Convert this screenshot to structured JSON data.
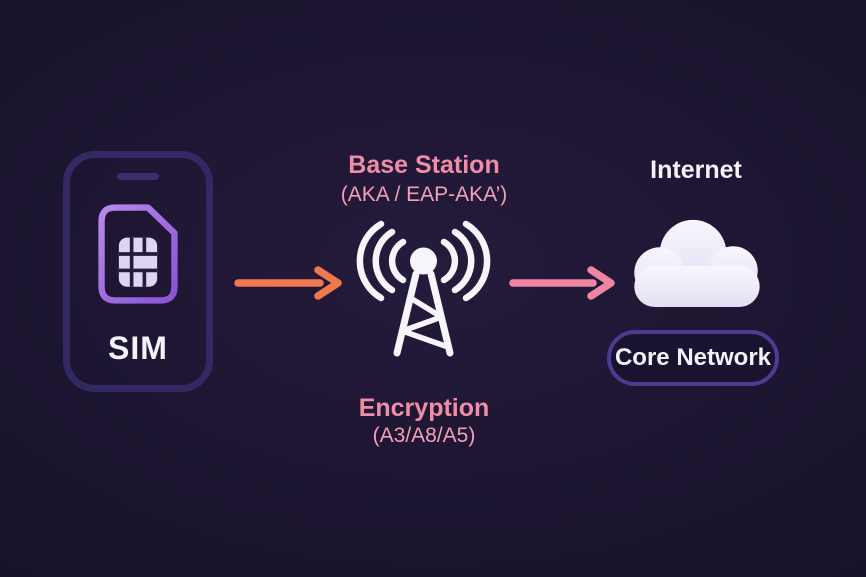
{
  "nodes": {
    "sim": {
      "label": "SIM"
    },
    "base_station": {
      "title": "Base Station",
      "subtitle": "(AKA / EAP-AKA’)"
    },
    "encryption": {
      "title": "Encryption",
      "subtitle": "(A3/A8/A5)"
    },
    "internet": {
      "label": "Internet"
    },
    "core_network": {
      "label": "Core Network"
    }
  },
  "icons": {
    "phone": "phone-outline-icon",
    "sim_card": "sim-card-icon",
    "tower": "radio-tower-icon",
    "cloud": "cloud-icon",
    "arrow_sim_to_base": "right-arrow-icon",
    "arrow_base_to_internet": "right-arrow-icon"
  },
  "colors": {
    "bg-center": "#251b3c",
    "bg-edge": "#120e1f",
    "phone-border": "#342862",
    "speaker": "#3b2d6e",
    "sim-card-top": "#b78ae9",
    "sim-card-bottom": "#8a52d6",
    "chip": "#ded5f1",
    "chip-line": "#241b3b",
    "white-text": "#f4f2fa",
    "pink-title": "#ef8da7",
    "pink-subtitle": "#f2a0b7",
    "arrow-orange": "#f0784e",
    "arrow-pink": "#ee86a2",
    "icon-white": "#f7f5fc",
    "cloud-top": "#f8f6fd",
    "cloud-bottom": "#e4dff3",
    "pill-border": "#4c3b8e",
    "pill-fill": "#191330"
  }
}
